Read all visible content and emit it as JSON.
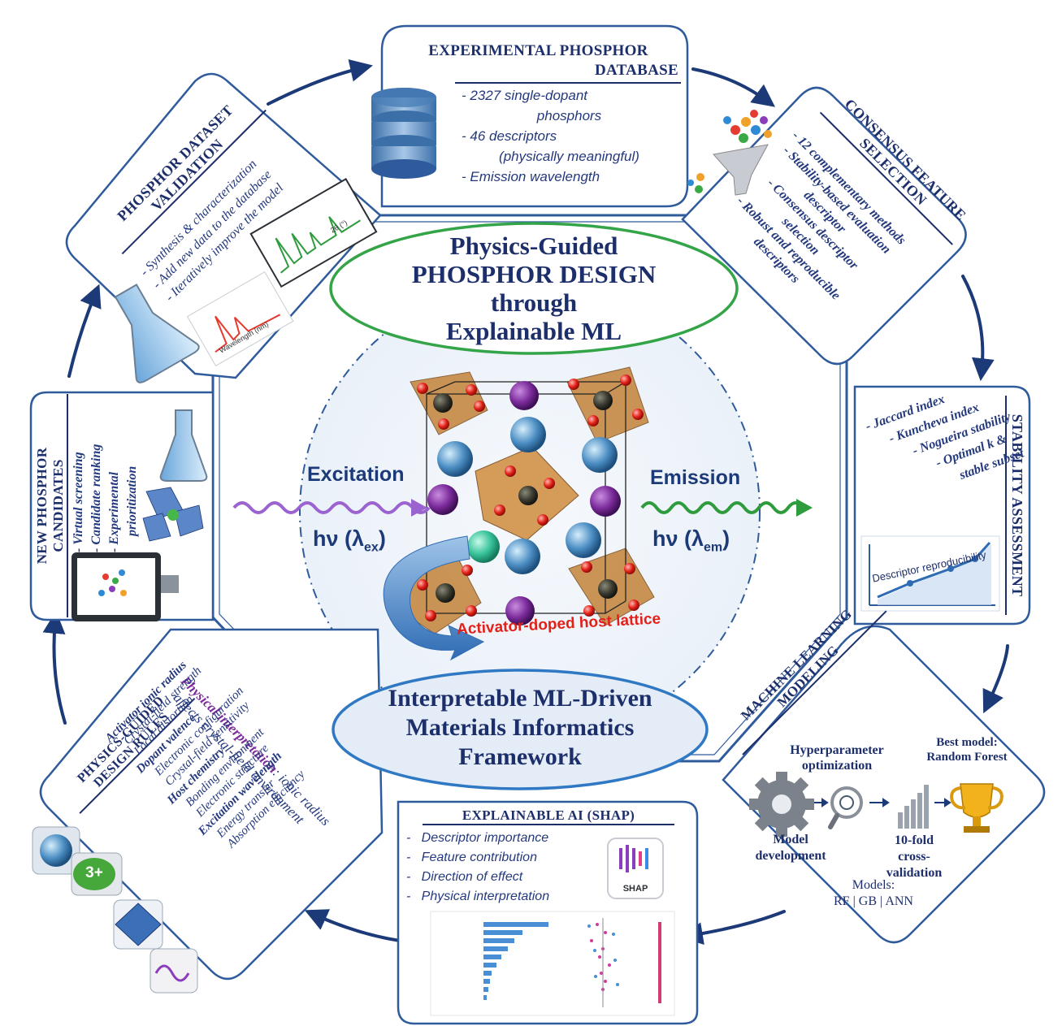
{
  "colors": {
    "navy": "#1d3a78",
    "panel_border": "#2f5b9c",
    "green_ellipse": "#33a447",
    "blue_ellipse": "#2f78c4",
    "activator_red": "#e32119",
    "purple": "#7b2b9b",
    "excitation_wave": "#9b63cf",
    "emission_wave": "#2e9b3c"
  },
  "center": {
    "title_lines": [
      "Physics-Guided",
      "PHOSPHOR DESIGN",
      "through",
      "Explainable ML"
    ],
    "framework_lines": [
      "Interpretable ML-Driven",
      "Materials Informatics",
      "Framework"
    ],
    "excitation_label": "Excitation",
    "excitation_formula": "hν (λ",
    "excitation_sub": "ex",
    "emission_label": "Emission",
    "emission_formula": "hν (λ",
    "emission_sub": "em",
    "formula_close": ")",
    "lattice_label": "Activator-doped host lattice"
  },
  "panels": {
    "database": {
      "title_1": "EXPERIMENTAL PHOSPHOR",
      "title_2": "DATABASE",
      "items": [
        "- 2327 single-dopant",
        "phosphors",
        "- 46 descriptors",
        "(physically meaningful)",
        "- Emission wavelength"
      ],
      "icon": "database-icon"
    },
    "consensus": {
      "title_1": "CONSENSUS FEATURE",
      "title_2": "SELECTION",
      "items": [
        "- 12 complementary methods",
        "- Stability-based evaluation",
        "descriptor",
        "- Consensus descriptor",
        "selection",
        "- Robust and reproducible",
        "descriptors"
      ],
      "icon": "funnel-icon"
    },
    "stability": {
      "title": "STABILITY ASSESSMENT",
      "items": [
        "- Jaccard index",
        "- Kuncheva index",
        "- Nogueira stability",
        "- Optimal k &",
        "stable subset"
      ],
      "chart_label": "Descriptor reproducibility"
    },
    "ml": {
      "title_1": "MACHINE LEARNING",
      "title_2": "MODELING",
      "hyper_1": "Hyperparameter",
      "hyper_2": "optimization",
      "best_1": "Best model:",
      "best_2": "Random Forest",
      "model_1": "Model",
      "model_2": "development",
      "cv_1": "10-fold",
      "cv_2": "cross-",
      "cv_3": "validation",
      "models_label": "Models:",
      "models_list": "RF | GB | ANN"
    },
    "shap": {
      "title": "EXPLAINABLE AI (SHAP)",
      "items": [
        "Descriptor importance",
        "Feature contribution",
        "Direction of effect",
        "Physical interpretation"
      ],
      "logo_text": "SHAP"
    },
    "rules": {
      "title_1": "PHYSICS-GUIDED",
      "title_2": "DESIGN RULES",
      "interp_head": "Physical interpretation",
      "interp_rest": ": ionic radius",
      "interp_line2": "affects crystal-field environment",
      "items": [
        {
          "text": "Activator ionic radius",
          "bold": true
        },
        {
          "text": "Crystal-field strength",
          "bold": false
        },
        {
          "text": "Local distortion",
          "bold": false
        },
        {
          "text": "Dopant valence",
          "bold": true
        },
        {
          "text": "Electronic configuration",
          "bold": false
        },
        {
          "text": "Crystal-field sensitivity",
          "bold": false
        },
        {
          "text": "Host chemistry",
          "bold": true
        },
        {
          "text": "Bonding environment",
          "bold": false
        },
        {
          "text": "Electronic structure",
          "bold": false
        },
        {
          "text": "Excitation wavelength",
          "bold": true
        },
        {
          "text": "Energy transfer",
          "bold": false
        },
        {
          "text": "Absorption efficiency",
          "bold": false
        }
      ],
      "badge_text": "3+"
    },
    "candidates": {
      "title_1": "NEW PHOSPHOR",
      "title_2": "CANDIDATES",
      "items": [
        "- Virtual screening",
        "- Candidate ranking",
        "- Experimental",
        "prioritization"
      ]
    },
    "validation": {
      "title_1": "PHOSPHOR DATASET",
      "title_2": "VALIDATION",
      "items": [
        "- Synthesis & characterization",
        "- Add new data to the database",
        "- Iteratively improve the model"
      ],
      "spectrum_axis": "Wavelength (nm)",
      "xrd_axis": "2θ (°)"
    }
  }
}
